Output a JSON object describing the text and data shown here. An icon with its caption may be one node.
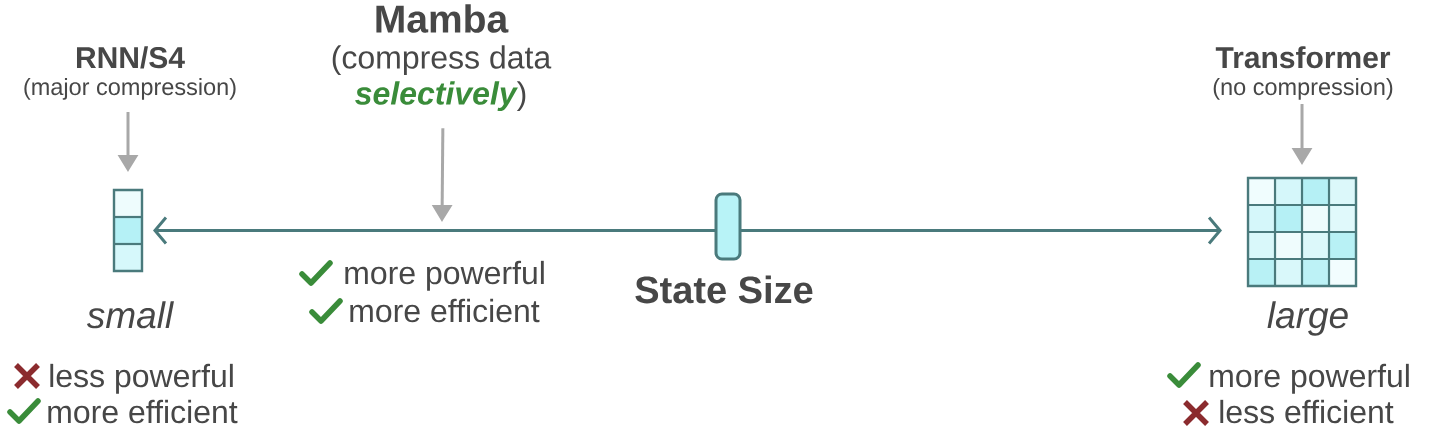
{
  "diagram": {
    "nodes": [
      {
        "text": [
          "RNN/S4",
          "(major compression)"
        ]
      },
      {
        "text": [],
        "shape": "box",
        "beside": [
          "small"
        ]
      },
      {
        "text": [
          "Mamba",
          "(compress data *selectively*)"
        ]
      },
      {
        "text": [
          "Transformer",
          "(no compression)"
        ]
      },
      {
        "text": [],
        "shape": "box",
        "beside": [
          "large"
        ]
      }
    ],
    "edges": [
      {
        "from": 0,
        "to": 1,
        "arrow": "to"
      },
      {
        "from": 2,
        "to": null,
        "arrow": "to"
      },
      {
        "from": 3,
        "to": 4,
        "arrow": "to"
      },
      {
        "from": 1,
        "to": 4,
        "arrow": "both",
        "color": "#4a7a7c"
      }
    ],
    "labels": [
      "more powerful",
      "more efficient",
      "State Size",
      "less powerful",
      "more efficient",
      "more powerful",
      "less efficient"
    ]
  }
}
